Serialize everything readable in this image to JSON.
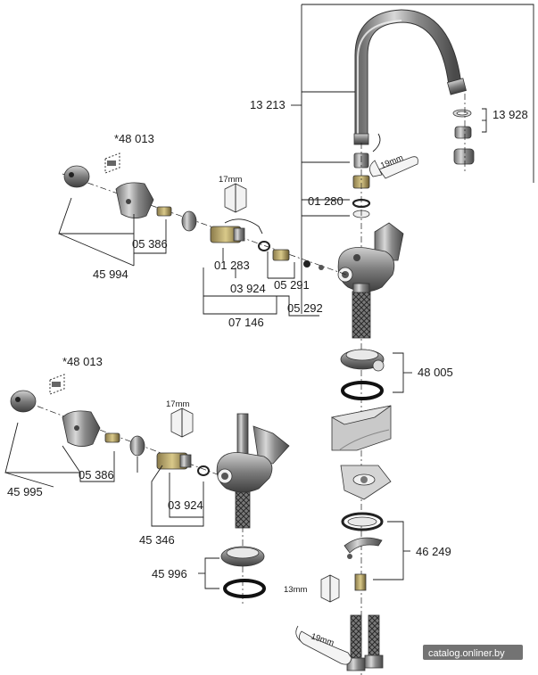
{
  "parts": {
    "spout": "13 213",
    "aerator": "13 928",
    "ring_set": "01 280",
    "handle_cap_upper": "*48 013",
    "handle_upper": "45 994",
    "screw_upper": "05 386",
    "tool_17mm_upper": "17mm",
    "cartridge_ring": "01 283",
    "part_03924_upper": "03 924",
    "part_05291": "05 291",
    "part_05292": "05 292",
    "part_07146": "07 146",
    "base_ring": "48 005",
    "handle_cap_lower": "*48 013",
    "handle_lower": "45 995",
    "screw_lower": "05 386",
    "tool_17mm_lower": "17mm",
    "part_03924_lower": "03 924",
    "part_45346": "45 346",
    "escutcheon_lower": "45 996",
    "mounting_set": "46 249",
    "tool_13mm": "13mm",
    "tool_19mm_top": "19mm",
    "tool_19mm_bottom": "19mm"
  },
  "watermark": "catalog.onliner.by"
}
